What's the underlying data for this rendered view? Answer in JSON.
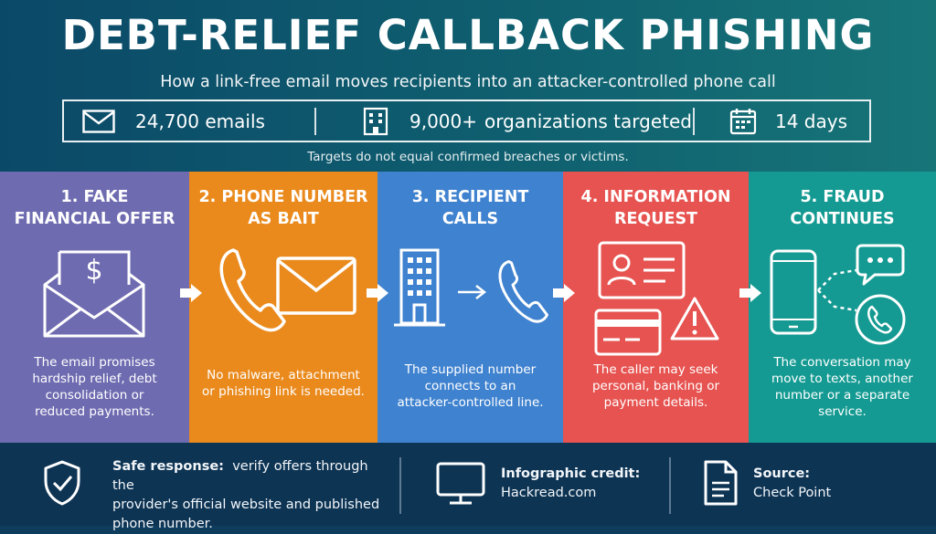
{
  "header": {
    "title": "DEBT-RELIEF CALLBACK PHISHING",
    "subtitle": "How a link-free email moves recipients into an attacker-controlled phone call"
  },
  "stats": [
    {
      "icon": "envelope-icon",
      "value": "24,700 emails",
      "label": ""
    },
    {
      "icon": "building-icon",
      "value": "9,000+",
      "label": "organizations targeted"
    },
    {
      "icon": "calendar-icon",
      "value": "14 days",
      "label": ""
    }
  ],
  "note": "Targets do not equal confirmed breaches or victims.",
  "steps": [
    {
      "title_line1": "1. FAKE",
      "title_line2": "FINANCIAL OFFER",
      "body": [
        "The email promises",
        "hardship relief, debt",
        "consolidation or",
        "reduced payments."
      ],
      "color": "#6e6bb0"
    },
    {
      "title_line1": "2. PHONE NUMBER",
      "title_line2": "AS BAIT",
      "body": [
        "No malware, attachment",
        "or phishing link is needed."
      ],
      "color": "#ea8a1d"
    },
    {
      "title_line1": "3. RECIPIENT",
      "title_line2": "CALLS",
      "body": [
        "The supplied number",
        "connects to an",
        "attacker-controlled line."
      ],
      "color": "#3f82cf"
    },
    {
      "title_line1": "4. INFORMATION",
      "title_line2": "REQUEST",
      "body": [
        "The caller may seek",
        "personal, banking or",
        "payment details."
      ],
      "color": "#e65350"
    },
    {
      "title_line1": "5. FRAUD",
      "title_line2": "CONTINUES",
      "body": [
        "The conversation may",
        "move to texts, another",
        "number or a separate",
        "service."
      ],
      "color": "#149a92"
    }
  ],
  "footer": {
    "safe_label": "Safe response:",
    "safe_text_1": "verify offers through the",
    "safe_text_2": "provider's official website and published",
    "safe_text_3": "phone number.",
    "credit_label": "Infographic credit:",
    "credit_value": "Hackread.com",
    "source_label": "Source:",
    "source_value": "Check Point"
  }
}
